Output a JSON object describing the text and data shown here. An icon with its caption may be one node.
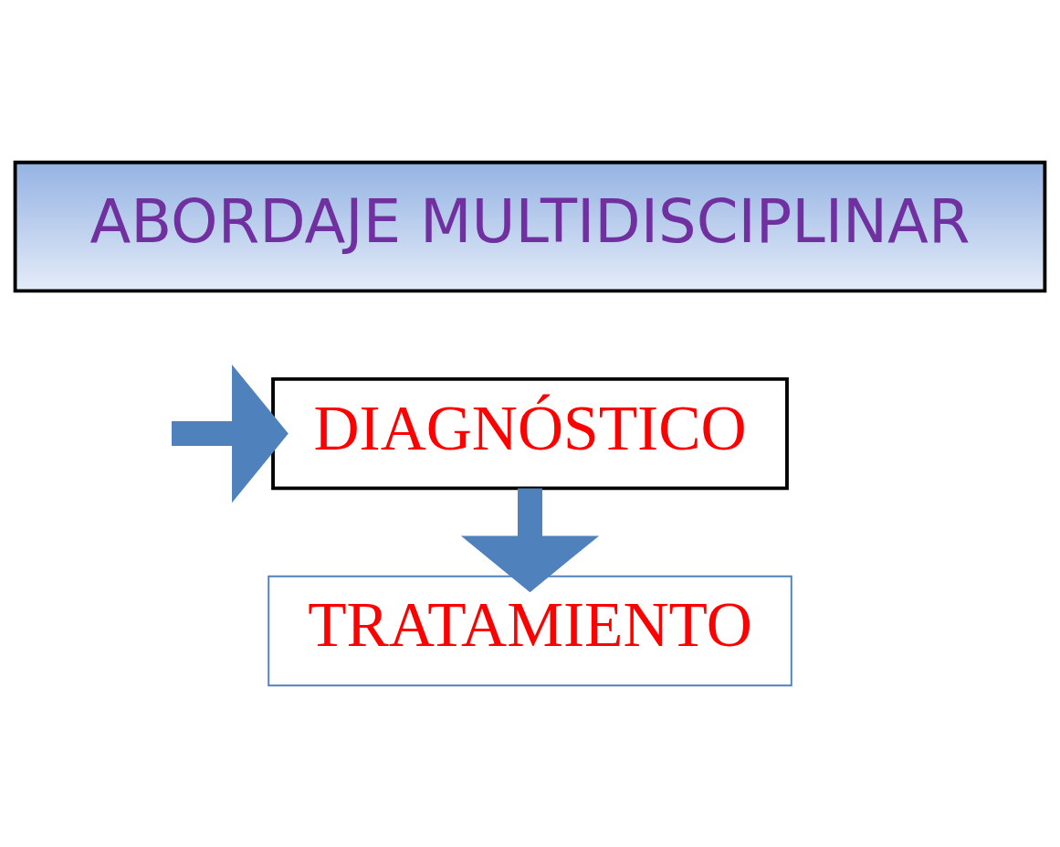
{
  "diagram": {
    "nodes": [
      {
        "text": [
          "ABORDAJE MULTIDISCIPLINAR"
        ]
      },
      {
        "text": [
          "DIAGNÓSTICO"
        ]
      },
      {
        "text": [
          "TRATAMIENTO"
        ]
      }
    ],
    "edges": [
      {
        "from": null,
        "to": 1,
        "arrow": "to"
      },
      {
        "from": 1,
        "to": 2,
        "arrow": "to"
      }
    ]
  }
}
